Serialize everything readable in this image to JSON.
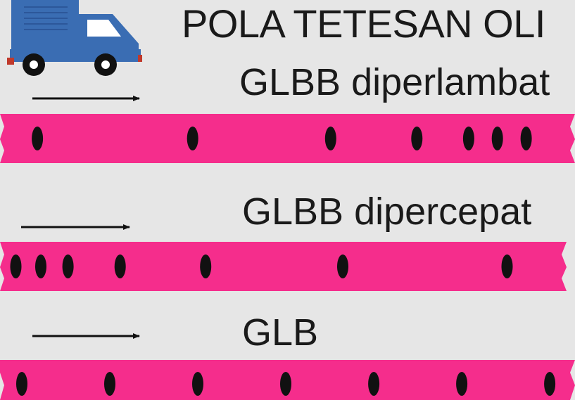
{
  "title": "POLA TETESAN OLI",
  "colors": {
    "background": "#e6e6e6",
    "tape": "#f52d8c",
    "dot": "#111111",
    "truck_body": "#3a6db3",
    "truck_window": "#ffffff",
    "arrow": "#111111"
  },
  "icons": {
    "truck": "truck-icon",
    "arrow": "right-arrow-icon"
  },
  "rows": [
    {
      "label": "GLBB diperlambat",
      "motion": "decelerating",
      "drop_positions": [
        0.065,
        0.335,
        0.575,
        0.725,
        0.815,
        0.865,
        0.915
      ]
    },
    {
      "label": "GLBB dipercepat",
      "motion": "accelerating",
      "drop_positions": [
        0.028,
        0.072,
        0.12,
        0.212,
        0.363,
        0.605,
        0.895
      ]
    },
    {
      "label": "GLB",
      "motion": "constant",
      "drop_positions": [
        0.038,
        0.191,
        0.344,
        0.497,
        0.65,
        0.803,
        0.956
      ]
    }
  ]
}
